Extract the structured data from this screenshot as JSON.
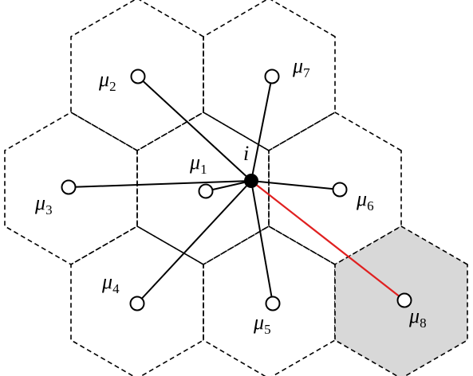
{
  "colors": {
    "highlight_edge": "#e02020",
    "shaded_cell": "#d8d8d8",
    "stroke": "#000000"
  },
  "center": {
    "label": "i"
  },
  "nodes": [
    {
      "id": "mu1",
      "label": "μ",
      "sub": "1"
    },
    {
      "id": "mu2",
      "label": "μ",
      "sub": "2"
    },
    {
      "id": "mu3",
      "label": "μ",
      "sub": "3"
    },
    {
      "id": "mu4",
      "label": "μ",
      "sub": "4"
    },
    {
      "id": "mu5",
      "label": "μ",
      "sub": "5"
    },
    {
      "id": "mu6",
      "label": "μ",
      "sub": "6"
    },
    {
      "id": "mu7",
      "label": "μ",
      "sub": "7"
    },
    {
      "id": "mu8",
      "label": "μ",
      "sub": "8",
      "highlighted": true,
      "cell_shaded": true
    }
  ]
}
